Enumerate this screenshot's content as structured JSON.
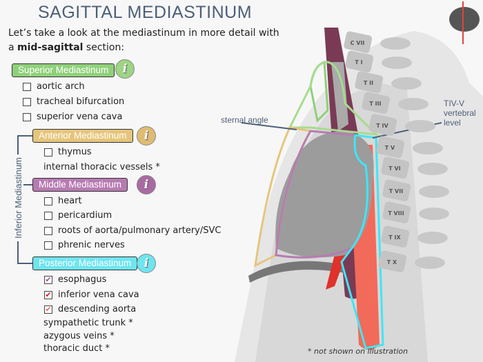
{
  "title": "SAGITTAL MEDIASTINUM",
  "intro": {
    "line1": "Let’s take a look at the mediastinum in more detail with",
    "line2_prefix": "a ",
    "line2_bold": "mid-sagittal",
    "line2_suffix": " section:"
  },
  "info_glyph": "i",
  "inferior_label": "Inferior Mediastinum",
  "superior": {
    "label": "Superior Mediastinum",
    "color": "#8fd07a",
    "items": [
      {
        "text": "aortic arch",
        "checked": false
      },
      {
        "text": "tracheal bifurcation",
        "checked": false
      },
      {
        "text": "superior vena cava",
        "checked": false
      }
    ]
  },
  "anterior": {
    "label": "Anterior Mediastinum",
    "color": "#e6c57c",
    "items": [
      {
        "text": "thymus",
        "checked": false
      }
    ],
    "extra": [
      "internal thoracic vessels *"
    ]
  },
  "middle": {
    "label": "Middle Mediastinum",
    "color": "#b77bb2",
    "items": [
      {
        "text": "heart",
        "checked": false
      },
      {
        "text": "pericardium",
        "checked": false
      },
      {
        "text": "roots of aorta/pulmonary artery/SVC",
        "checked": false
      },
      {
        "text": "phrenic nerves",
        "checked": false
      }
    ]
  },
  "posterior": {
    "label": "Posterior Mediastinum",
    "color": "#6ee5ef",
    "items": [
      {
        "text": "esophagus",
        "checked": true,
        "check_color": "#9c4f96"
      },
      {
        "text": "inferior vena cava",
        "checked": true,
        "check_color": "#d61a1a"
      },
      {
        "text": "descending aorta",
        "checked": true,
        "check_color": "#f26a5a"
      }
    ],
    "extra": [
      "sympathetic trunk *",
      "azygous veins *",
      "thoracic duct *"
    ]
  },
  "illustration": {
    "sternal_angle": "sternal angle",
    "level_line1": "TIV-V",
    "level_line2": "vertebral",
    "level_line3": "level",
    "vertebrae": [
      "C VII",
      "T I",
      "T II",
      "T III",
      "T IV",
      "T V",
      "T VI",
      "T VII",
      "T VIII",
      "T IX",
      "T X"
    ],
    "footnote": "* not shown on illustration"
  }
}
